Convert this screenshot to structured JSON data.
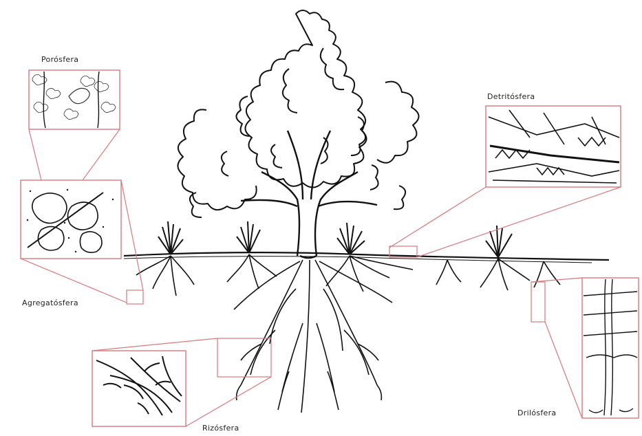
{
  "labels": {
    "porosfera": "Porósfera",
    "agregatosfera": "Agregatósfera",
    "rizosfera": "Rizósfera",
    "detritosfera": "Detritósfera",
    "drilosfera": "Drilósfera"
  },
  "colors": {
    "callout": "#d9777c",
    "ink": "#111111",
    "label": "#222222",
    "background": "#ffffff"
  }
}
